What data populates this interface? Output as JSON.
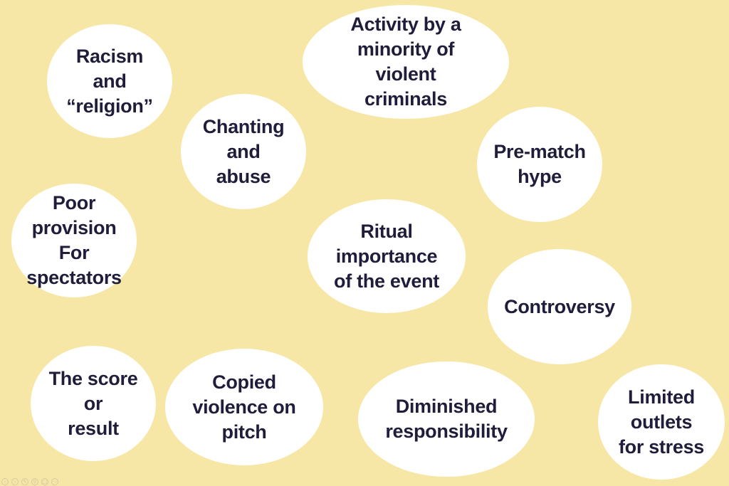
{
  "background_color": "#f7e7a6",
  "bubble_color": "#ffffff",
  "text_color": "#1f1d3a",
  "bubbles": {
    "activity": {
      "lines": [
        "Activity by a",
        "minority of",
        "violent",
        "criminals"
      ]
    },
    "racism": {
      "lines": [
        "Racism",
        "and",
        "“religion”"
      ]
    },
    "chanting": {
      "lines": [
        "Chanting",
        "and",
        "abuse"
      ]
    },
    "prematch": {
      "lines": [
        "Pre-match",
        "hype"
      ]
    },
    "poor": {
      "lines": [
        "Poor",
        "provision",
        "For",
        "spectators"
      ]
    },
    "ritual": {
      "lines": [
        "Ritual",
        "importance",
        "of the event"
      ]
    },
    "controversy": {
      "lines": [
        "Controversy"
      ]
    },
    "score": {
      "lines": [
        "The score",
        "or",
        "result"
      ]
    },
    "copied": {
      "lines": [
        "Copied",
        "violence on",
        "pitch"
      ]
    },
    "diminished": {
      "lines": [
        "Diminished",
        "responsibility"
      ]
    },
    "limited": {
      "lines": [
        "Limited",
        "outlets",
        "for stress"
      ]
    }
  },
  "player_controls": {
    "icons": [
      "previous-icon",
      "next-icon",
      "edit-icon",
      "zoom-icon",
      "present-icon",
      "more-icon"
    ]
  }
}
